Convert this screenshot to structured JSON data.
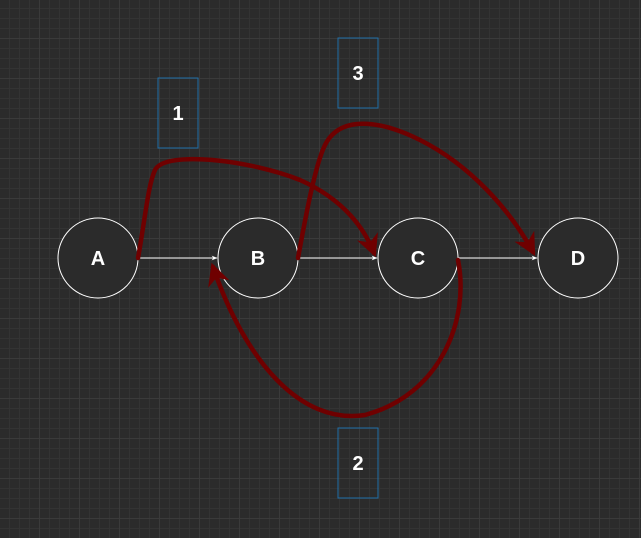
{
  "colors": {
    "background": "#2b2b2b",
    "node_fill": "#2b2b2b",
    "node_stroke": "#ffffff",
    "edge": "#ffffff",
    "path_arrow": "#6f0000",
    "box_stroke": "#1f6fa8",
    "text": "#ffffff"
  },
  "nodes": [
    {
      "id": "A",
      "label": "A"
    },
    {
      "id": "B",
      "label": "B"
    },
    {
      "id": "C",
      "label": "C"
    },
    {
      "id": "D",
      "label": "D"
    }
  ],
  "edges": [
    {
      "from": "A",
      "to": "B"
    },
    {
      "from": "B",
      "to": "C"
    },
    {
      "from": "C",
      "to": "D"
    }
  ],
  "jumps": [
    {
      "label": "1",
      "from": "A",
      "to": "C"
    },
    {
      "label": "2",
      "from": "C",
      "to": "B"
    },
    {
      "label": "3",
      "from": "B",
      "to": "D"
    }
  ]
}
